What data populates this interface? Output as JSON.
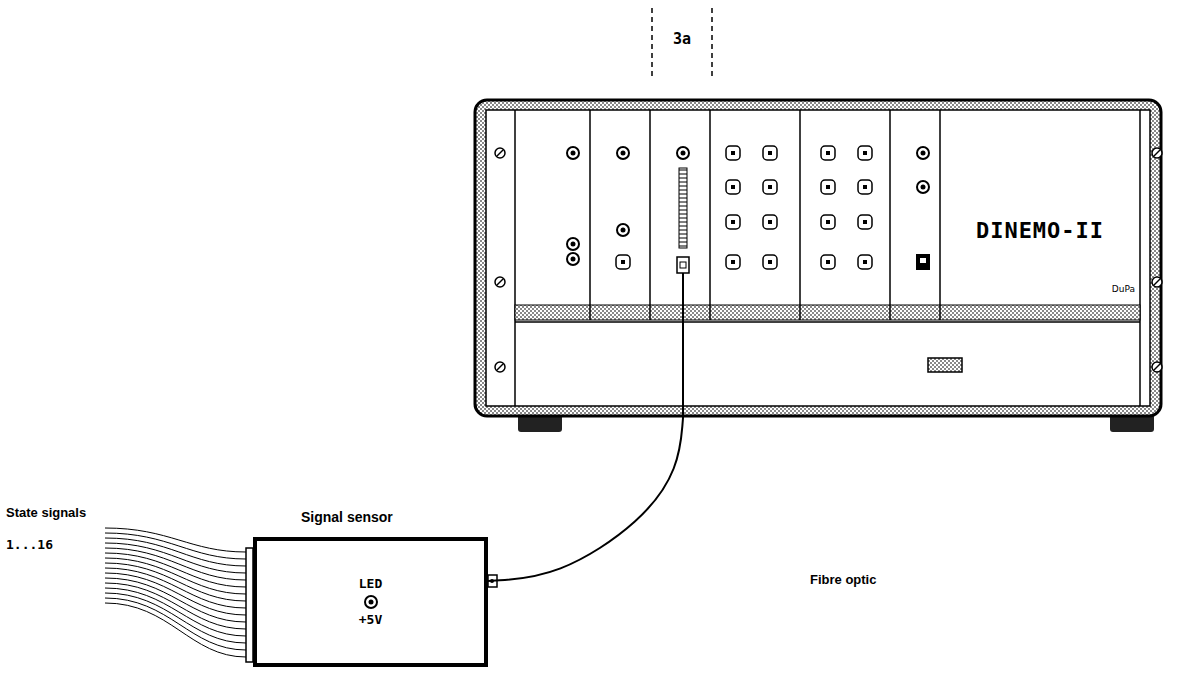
{
  "diagram": {
    "nodes": [
      {
        "text": [
          "DINEMO-II",
          "DuPa"
        ]
      },
      {
        "text": [
          "Signal sensor",
          "LED",
          "+5V"
        ]
      }
    ],
    "edges": [
      {
        "from": 1,
        "to": 0,
        "arrow": "none",
        "label": "Fibre optic"
      }
    ],
    "labels": [
      "3a",
      "State signals",
      "1...16"
    ]
  }
}
